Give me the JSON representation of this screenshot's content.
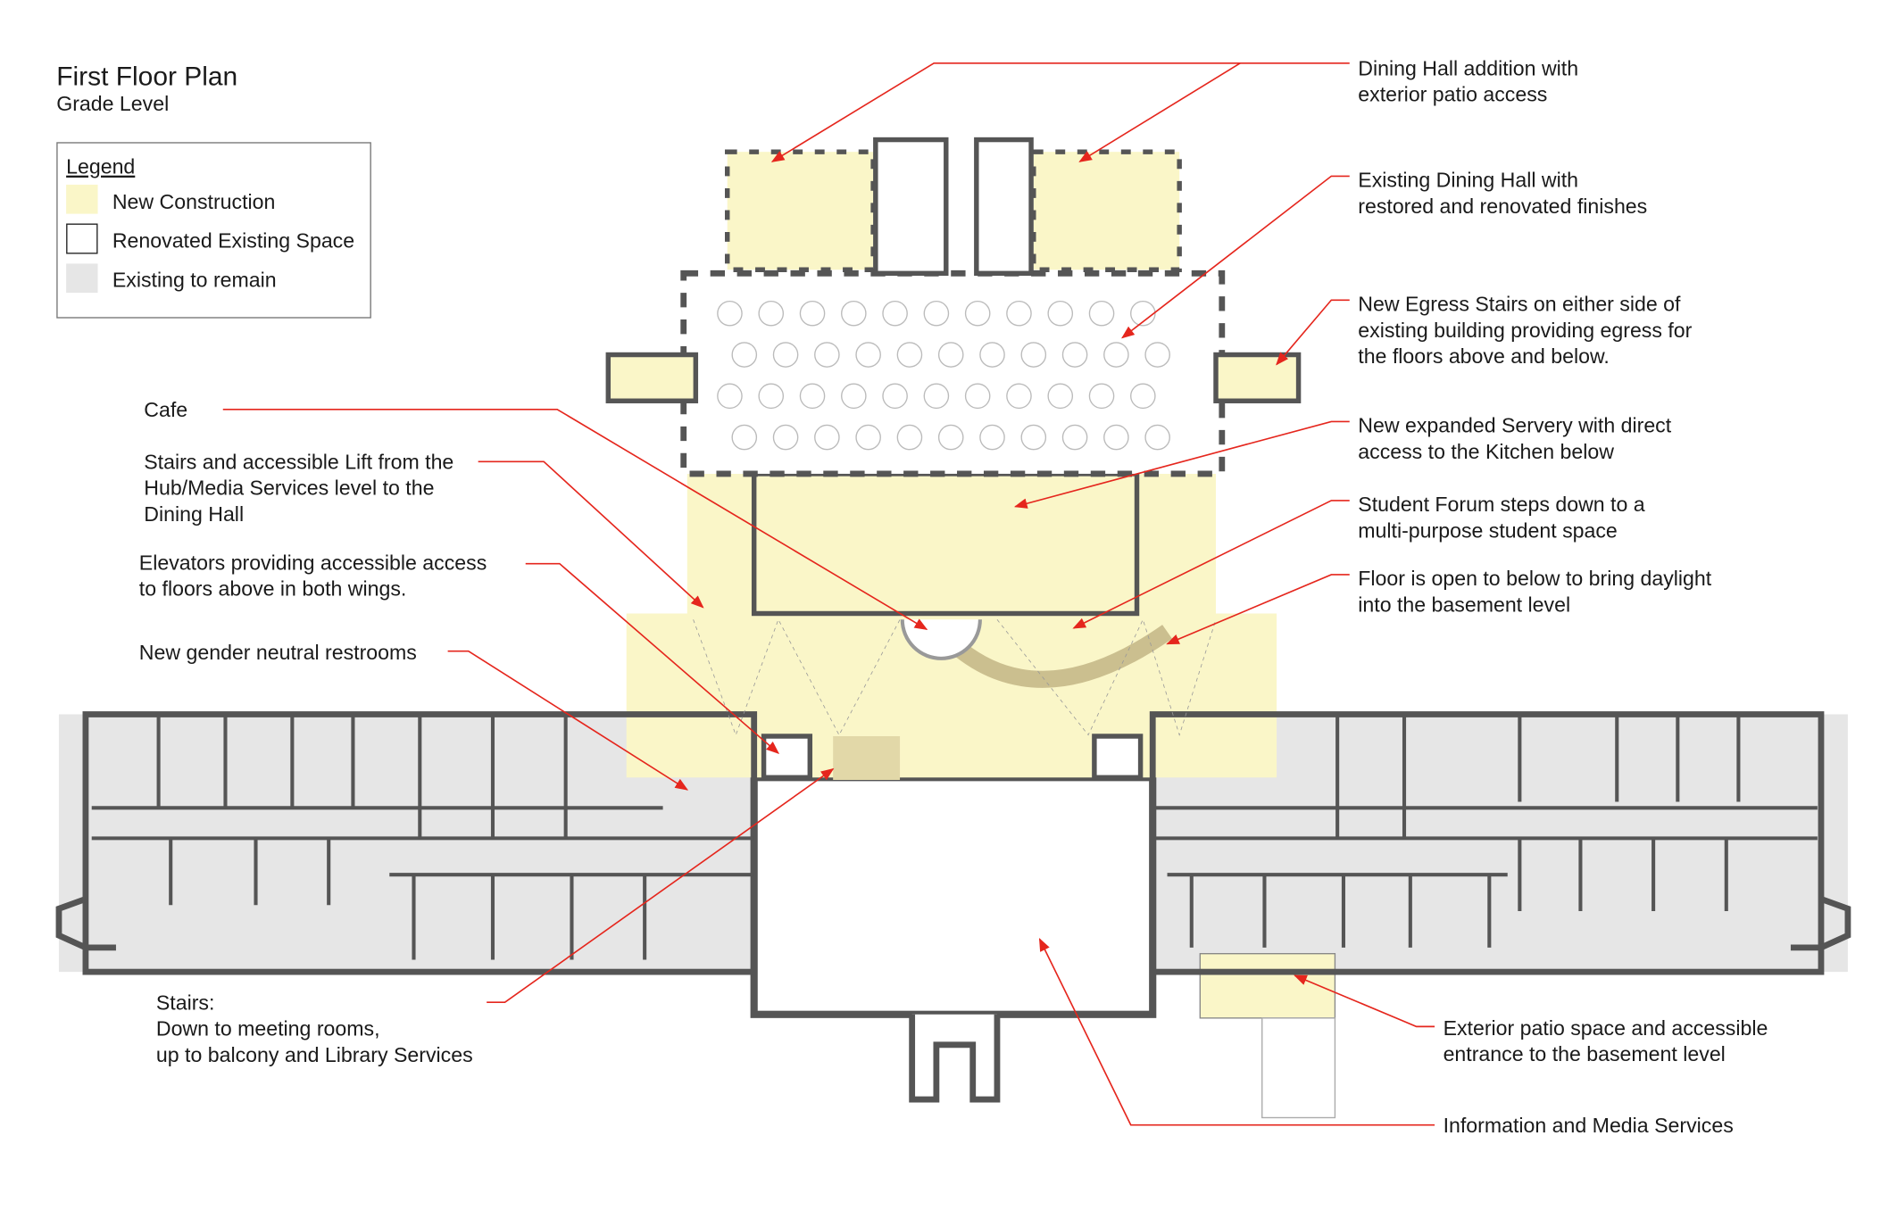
{
  "title": "First Floor Plan",
  "subtitle": "Grade Level",
  "legend": {
    "heading": "Legend",
    "items": [
      {
        "label": "New Construction",
        "color": "#faf6c8"
      },
      {
        "label": "Renovated Existing Space",
        "color": "#ffffff"
      },
      {
        "label": "Existing to remain",
        "color": "#e6e6e6"
      }
    ]
  },
  "colors": {
    "leader": "#e5261d",
    "wall": "#555555",
    "new": "#faf6c8",
    "existing": "#e6e6e6"
  },
  "annotations": [
    {
      "id": "dining-addition",
      "lines": [
        "Dining Hall addition with",
        "exterior patio access"
      ]
    },
    {
      "id": "existing-dining",
      "lines": [
        "Existing Dining Hall with",
        "restored and renovated finishes"
      ]
    },
    {
      "id": "egress-stairs",
      "lines": [
        "New Egress Stairs on either side of",
        "existing building providing egress for",
        "the floors above and below."
      ]
    },
    {
      "id": "servery",
      "lines": [
        "New expanded Servery with direct",
        "access to the Kitchen below"
      ]
    },
    {
      "id": "student-forum",
      "lines": [
        "Student Forum steps down to a",
        "multi-purpose student space"
      ]
    },
    {
      "id": "floor-open",
      "lines": [
        "Floor is open to below to bring daylight",
        "into the basement level"
      ]
    },
    {
      "id": "cafe",
      "lines": [
        "Cafe"
      ]
    },
    {
      "id": "stairs-lift",
      "lines": [
        "Stairs and accessible Lift from the",
        "Hub/Media Services level to the",
        "Dining Hall"
      ]
    },
    {
      "id": "elevators",
      "lines": [
        "Elevators providing accessible access",
        "to floors above in both wings."
      ]
    },
    {
      "id": "restrooms",
      "lines": [
        "New gender neutral restrooms"
      ]
    },
    {
      "id": "stairs-down",
      "lines": [
        "Stairs:",
        "Down to meeting rooms,",
        "up to balcony and Library Services"
      ]
    },
    {
      "id": "patio",
      "lines": [
        "Exterior patio space and accessible",
        "entrance to the basement level"
      ]
    },
    {
      "id": "media-services",
      "lines": [
        "Information and Media Services"
      ]
    }
  ]
}
